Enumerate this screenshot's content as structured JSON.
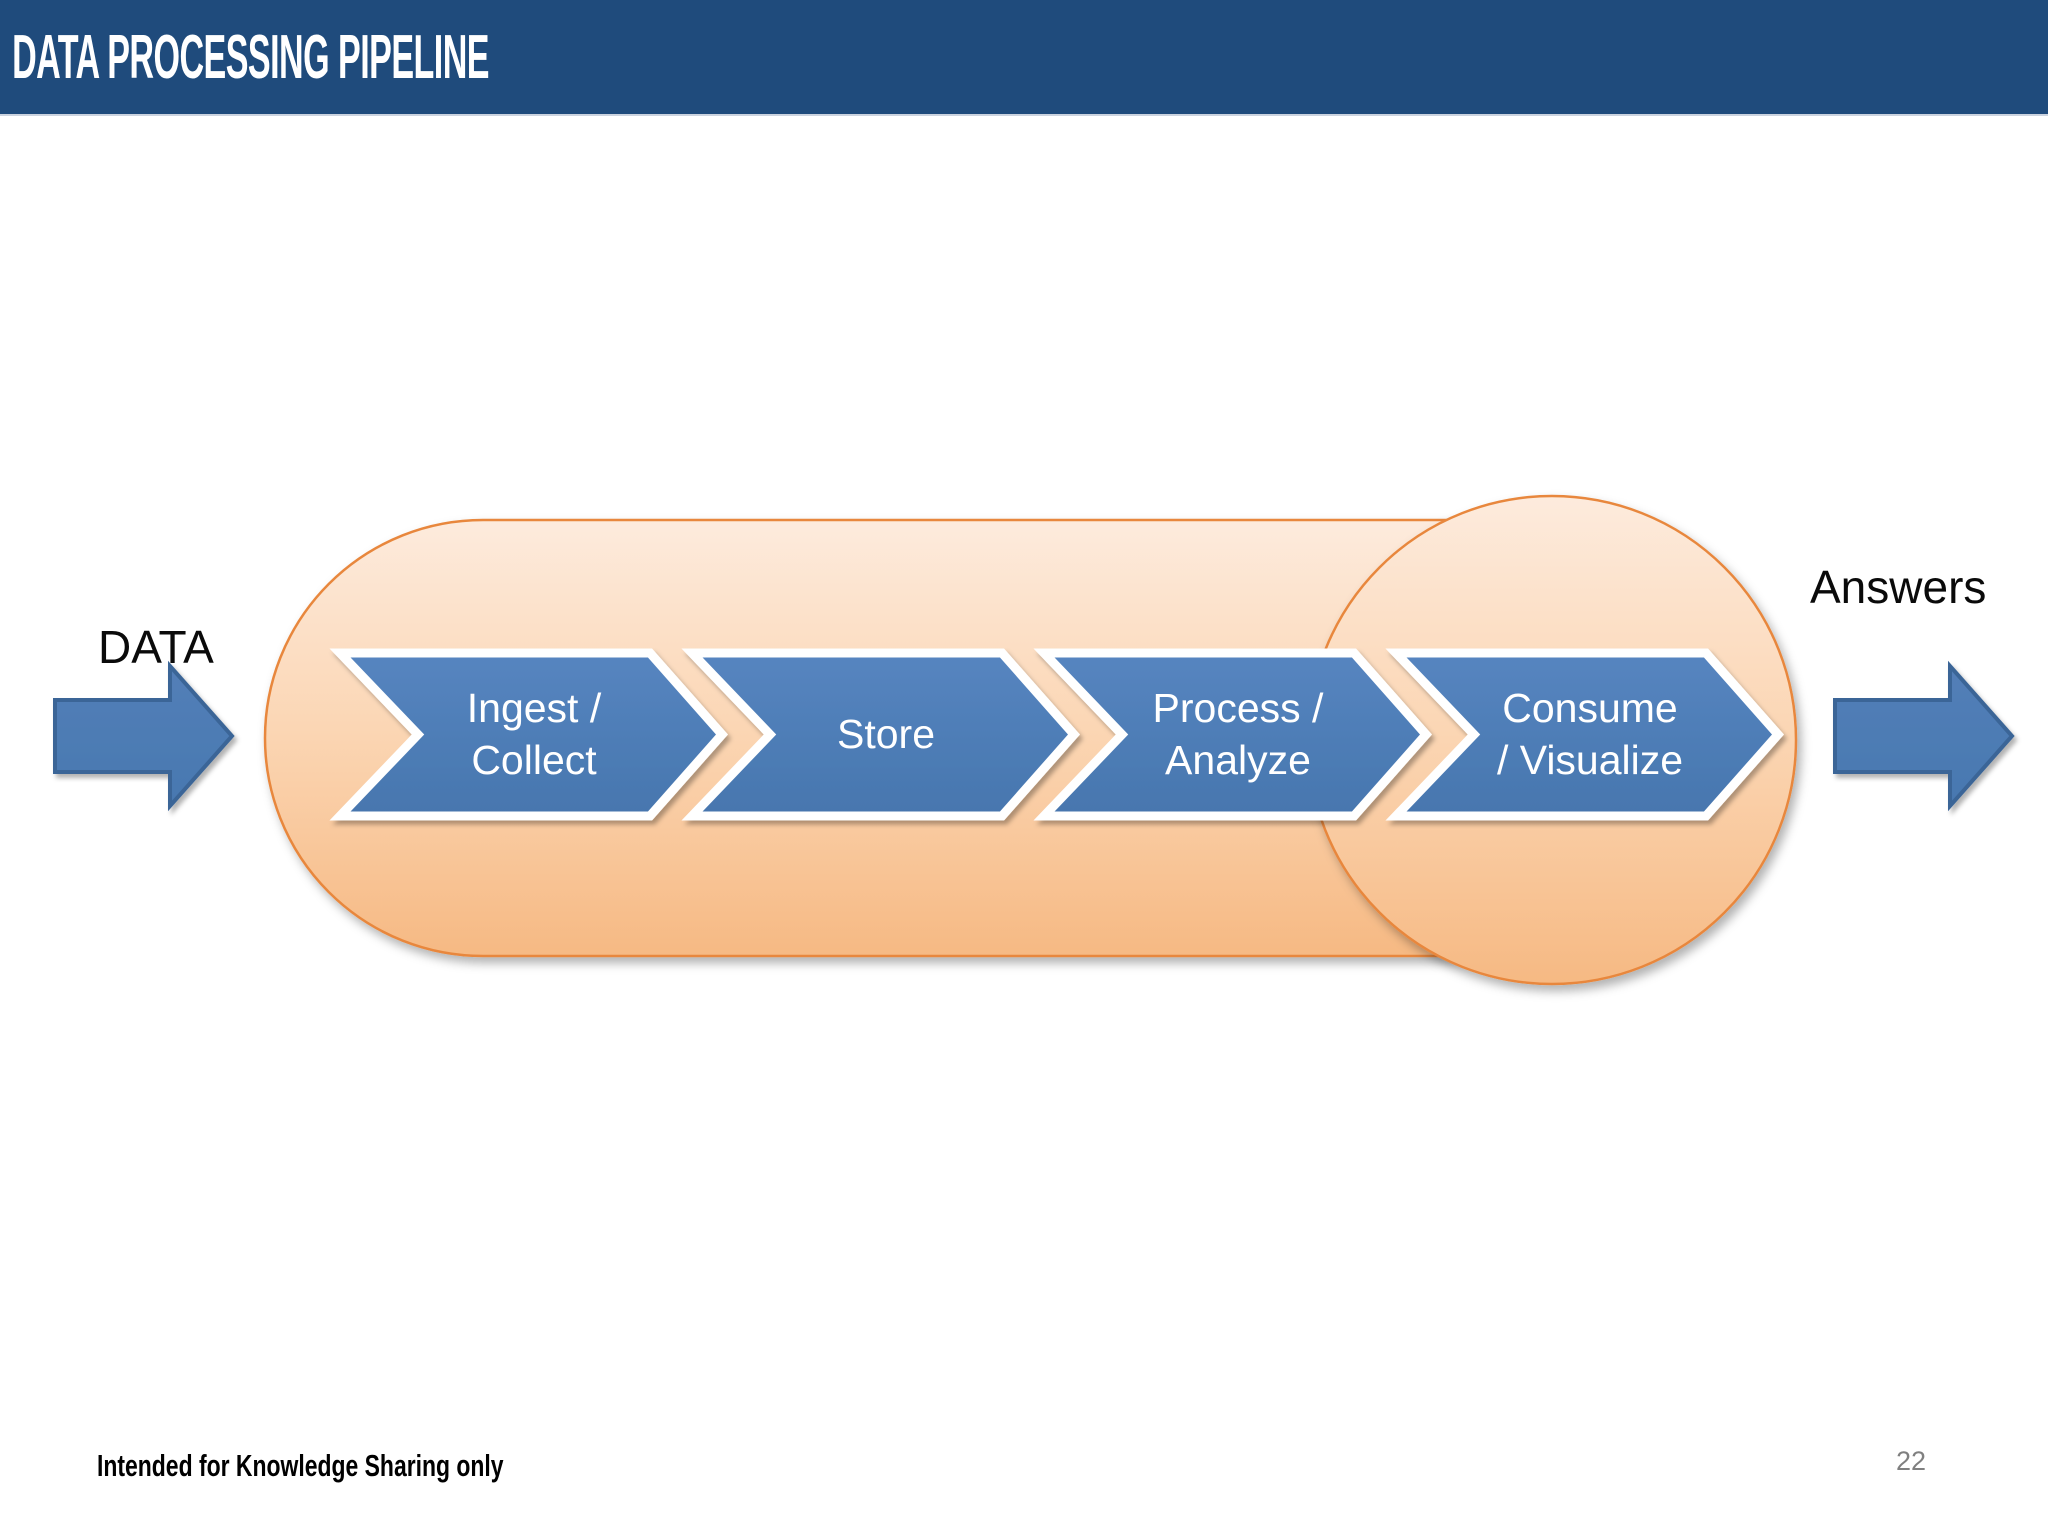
{
  "header": {
    "title": "DATA PROCESSING PIPELINE"
  },
  "diagram": {
    "input_label": "DATA",
    "output_label": "Answers",
    "stages": [
      {
        "label": "Ingest /\nCollect"
      },
      {
        "label": "Store"
      },
      {
        "label": "Process /\nAnalyze"
      },
      {
        "label": "Consume\n/ Visualize"
      }
    ]
  },
  "footer": {
    "disclaimer": "Intended for Knowledge Sharing only",
    "page_number": "22"
  },
  "colors": {
    "header_bg": "#1F4B7C",
    "chevron_blue": "#4E7EB9",
    "arrow_blue": "#4E7EB9",
    "arrow_border_blue": "#3A6597",
    "capsule_border_orange": "#E8873C",
    "capsule_gradient_top": "#FDEBDD",
    "capsule_gradient_bottom": "#F6B983",
    "stage_text": "#FFFFFF",
    "io_text": "#0A0A0A",
    "page_number_gray": "#808080"
  }
}
